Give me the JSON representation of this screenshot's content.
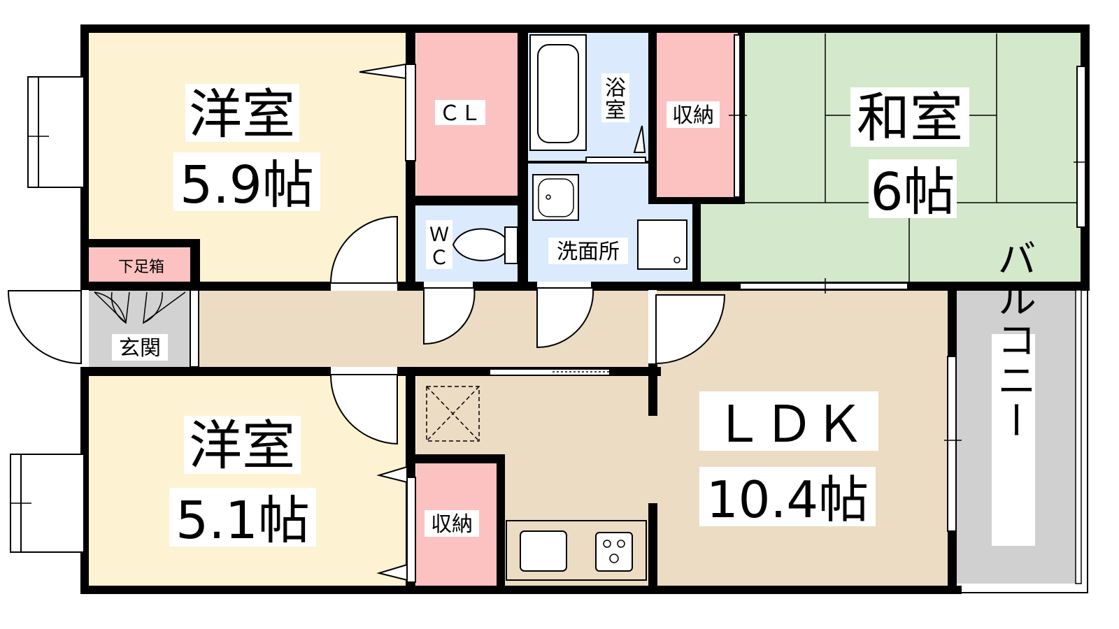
{
  "colors": {
    "western": "#fdf2d2",
    "pink": "#fcc1c1",
    "water": "#dbeafd",
    "tatami": "#d4e8cc",
    "ldk": "#ecdcc4",
    "genkan": "#d2d2d2",
    "balcony": "#d0d0d0",
    "wall": "#000000"
  },
  "rooms": {
    "western1": {
      "name": "洋室",
      "size": "5.9帖"
    },
    "western2": {
      "name": "洋室",
      "size": "5.1帖"
    },
    "closet": {
      "label": "ＣＬ"
    },
    "bath": {
      "label_line1": "浴",
      "label_line2": "室"
    },
    "storage1": {
      "label": "収納"
    },
    "washroom": {
      "label": "洗面所"
    },
    "wc": {
      "label_line1": "Ｗ",
      "label_line2": "Ｃ"
    },
    "washitsu": {
      "name": "和室",
      "size": "6帖"
    },
    "shoebox": {
      "label": "下足箱"
    },
    "genkan": {
      "label": "玄関"
    },
    "ldk": {
      "name": "ＬＤＫ",
      "size": "10.4帖"
    },
    "storage2": {
      "label": "収納"
    },
    "balcony": {
      "label": "バルコニー"
    }
  },
  "icons": [
    "bathtub-icon",
    "sink-icon",
    "toilet-icon",
    "washing-machine-icon",
    "kitchen-sink-icon",
    "stove-icon",
    "refrigerator-space-icon"
  ]
}
